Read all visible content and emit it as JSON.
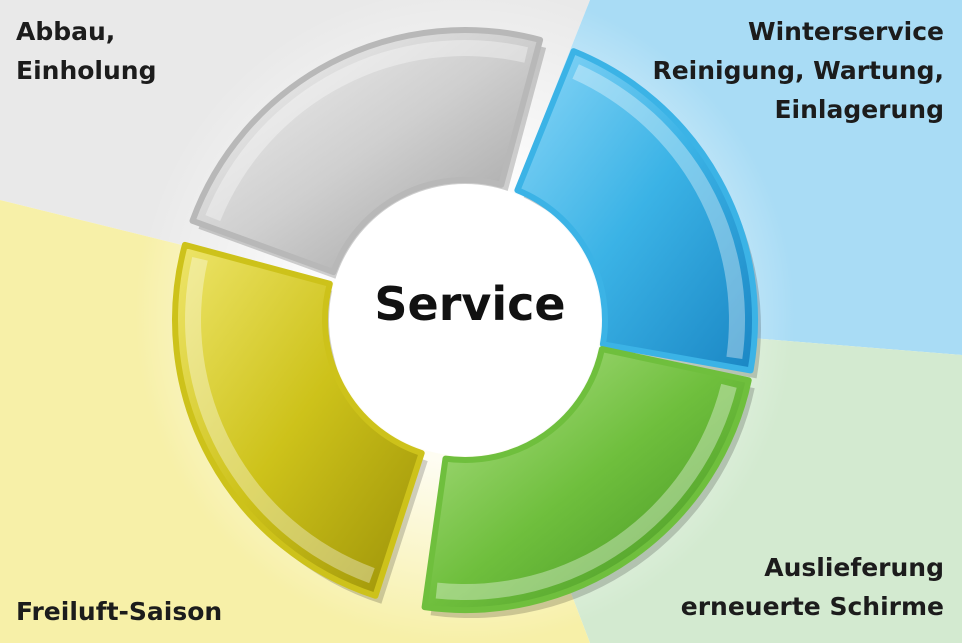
{
  "diagram": {
    "center_label": "Service",
    "stages": [
      {
        "id": "abbau",
        "lines": [
          "Abbau,",
          "Einholung"
        ],
        "color": "#b8b8b8",
        "background": "#e9e9e9"
      },
      {
        "id": "winter",
        "lines": [
          "Winterservice",
          "Reinigung, Wartung,",
          "Einlagerung"
        ],
        "color": "#3bb3e6",
        "background": "#a9dcf5"
      },
      {
        "id": "auslieferung",
        "lines": [
          "Auslieferung",
          "erneuerte Schirme"
        ],
        "color": "#6fbf3d",
        "background": "#d3ead0"
      },
      {
        "id": "saison",
        "lines": [
          "Freiluft-Saison"
        ],
        "color": "#cdc21a",
        "background": "#f7f0a8"
      }
    ]
  }
}
